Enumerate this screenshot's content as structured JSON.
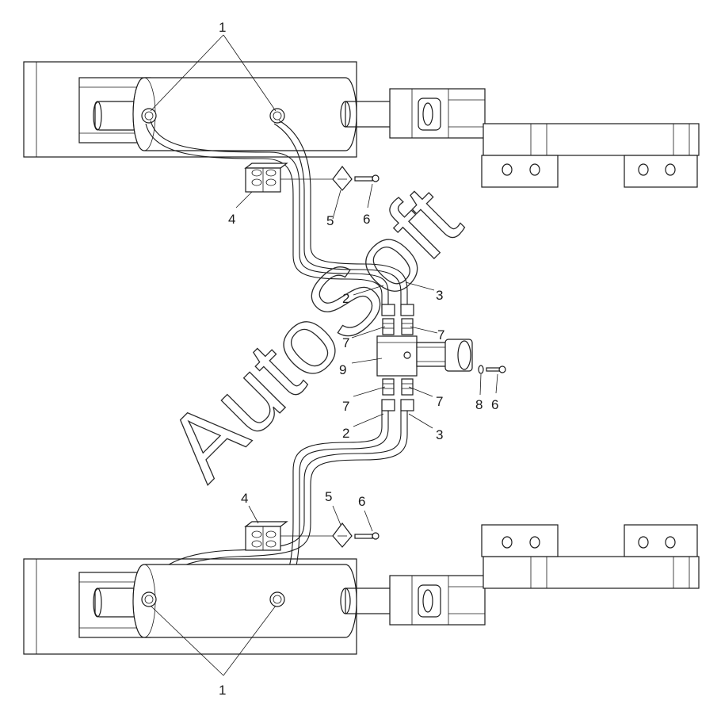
{
  "watermark": "AutoSoft",
  "callouts": {
    "top_1": "1",
    "top_4": "4",
    "top_5": "5",
    "top_6": "6",
    "mid_2_upper": "2",
    "mid_3_upper": "3",
    "mid_7_ul": "7",
    "mid_7_ur": "7",
    "mid_9": "9",
    "mid_7_ll": "7",
    "mid_7_lr": "7",
    "mid_8": "8",
    "mid_6": "6",
    "mid_2_lower": "2",
    "mid_3_lower": "3",
    "bot_4": "4",
    "bot_5": "5",
    "bot_6": "6",
    "bot_1": "1"
  }
}
